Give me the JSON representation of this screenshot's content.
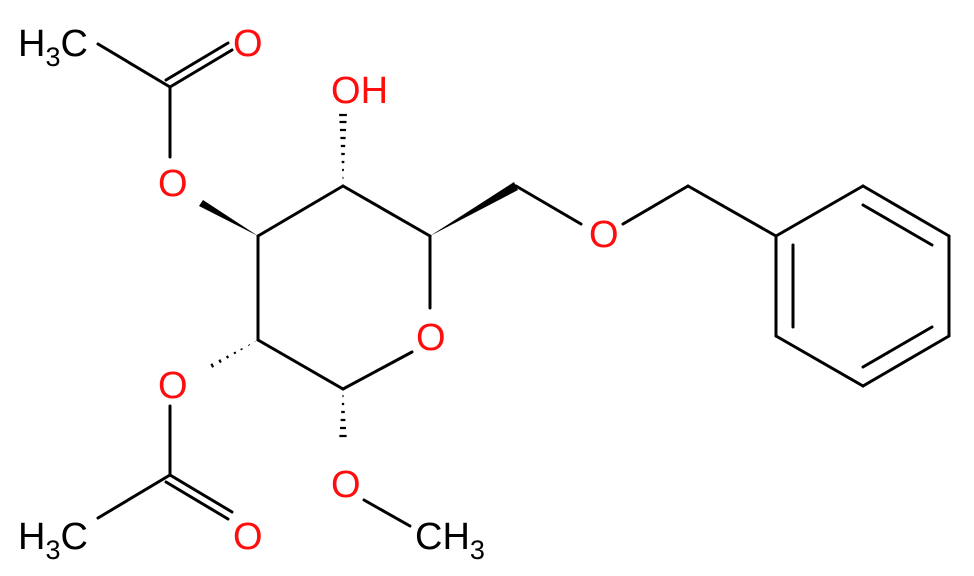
{
  "molecule": {
    "colors": {
      "bond": "#000000",
      "oxygen": "#ff0d0d",
      "carbon_label": "#000000"
    },
    "atoms": {
      "ch3_top_h": "H",
      "ch3_top_sub": "3",
      "ch3_top_c": "C",
      "o_carbonyl_top": "O",
      "o_ester_top": "O",
      "oh_o": "O",
      "oh_h": "H",
      "o_ring": "O",
      "o_benzyl": "O",
      "o_ester_bottom": "O",
      "ch3_bottom_h": "H",
      "ch3_bottom_sub": "3",
      "ch3_bottom_c": "C",
      "o_carbonyl_bottom": "O",
      "o_methoxy": "O",
      "methoxy_c": "C",
      "methoxy_h": "H",
      "methoxy_sub": "3"
    }
  }
}
